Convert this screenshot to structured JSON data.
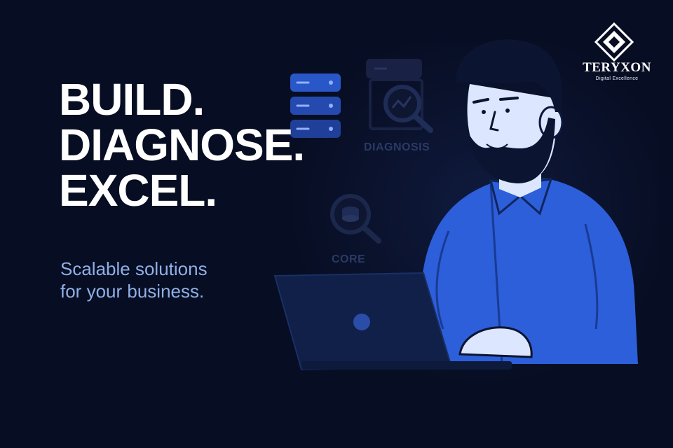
{
  "headline": {
    "line1": "BUILD.",
    "line2": "DIAGNOSE.",
    "line3": "EXCEL."
  },
  "subtitle": {
    "line1": "Scalable solutions",
    "line2": "for your business."
  },
  "icons": {
    "diagnosis_label": "DIAGNOSIS",
    "core_label": "CORE"
  },
  "brand": {
    "name": "TERYXON",
    "tagline": "Digital Excellence"
  },
  "colors": {
    "background": "#070d22",
    "headline": "#ffffff",
    "subtitle": "#8fb0e6",
    "accent_blue": "#2f5fd6",
    "dim_icon": "#1e2a50"
  }
}
